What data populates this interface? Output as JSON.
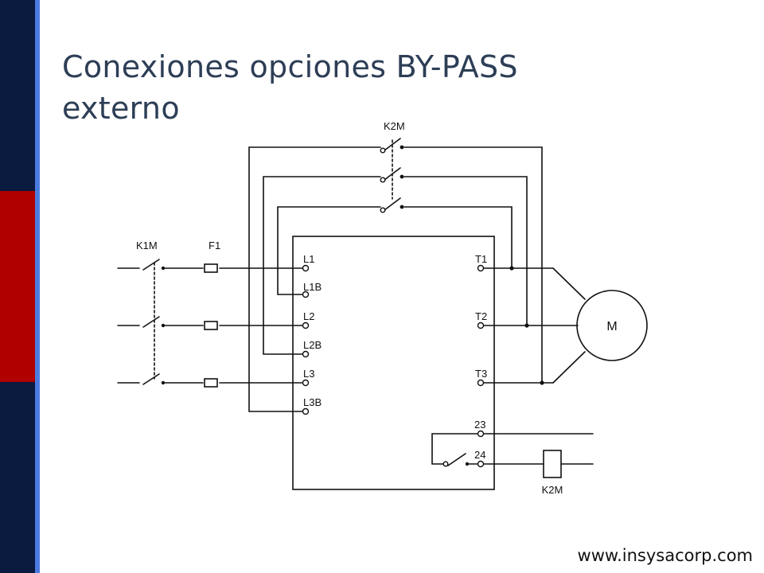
{
  "slide": {
    "title_line1": "Conexiones opciones BY-PASS",
    "title_line2": "externo",
    "footer_url": "www.insysacorp.com"
  },
  "diagram": {
    "bypass_contactor_label": "K2M",
    "main_contactor_label": "K1M",
    "fuse_label": "F1",
    "input_terminals": [
      "L1",
      "L1B",
      "L2",
      "L2B",
      "L3",
      "L3B"
    ],
    "output_terminals": [
      "T1",
      "T2",
      "T3"
    ],
    "relay_terminals": [
      "23",
      "24"
    ],
    "motor_label": "M",
    "coil_label": "K2M"
  },
  "colors": {
    "sidebar_navy": "#0b1a3f",
    "sidebar_red": "#b00000",
    "sidebar_stripe": "#4a7be0",
    "title_color": "#2d3e56",
    "wire_color": "#111111"
  }
}
